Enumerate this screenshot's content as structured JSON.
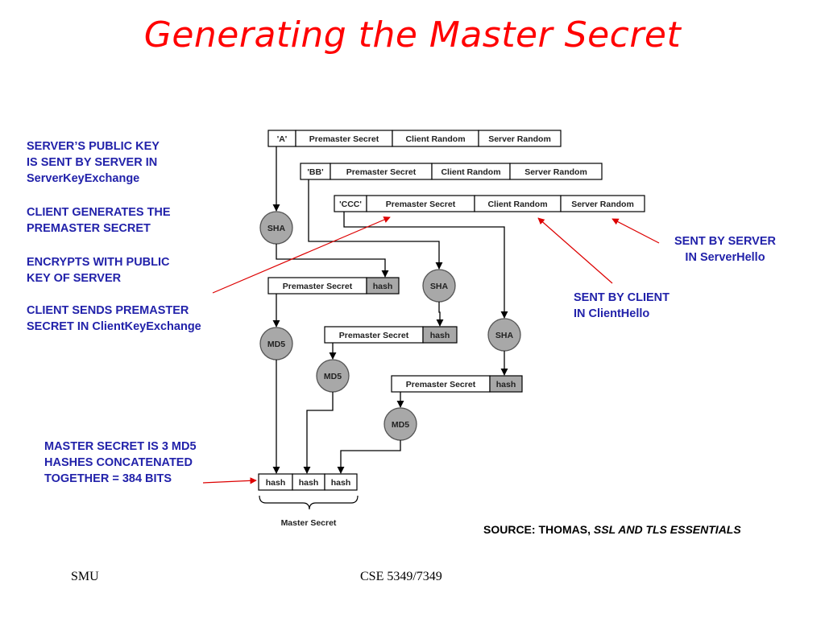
{
  "title": "Generating the Master Secret",
  "notes": {
    "server_key": [
      "SERVER’S PUBLIC KEY",
      "IS SENT BY SERVER IN",
      "ServerKeyExchange"
    ],
    "client_generates": [
      "CLIENT GENERATES THE",
      "PREMASTER SECRET"
    ],
    "encrypts": [
      "ENCRYPTS WITH PUBLIC",
      "KEY OF SERVER"
    ],
    "client_sends": [
      "CLIENT SENDS PREMASTER",
      "SECRET IN ClientKeyExchange"
    ],
    "master_secret": [
      "MASTER SECRET IS 3 MD5",
      "HASHES CONCATENATED",
      "TOGETHER = 384 BITS"
    ],
    "sent_by_server": [
      "SENT BY SERVER",
      "IN ServerHello"
    ],
    "sent_by_client": [
      "SENT BY CLIENT",
      "IN ClientHello"
    ]
  },
  "source": {
    "prefix": "SOURCE: THOMAS, ",
    "book": "SSL AND TLS ESSENTIALS"
  },
  "footer": {
    "left": "SMU",
    "right": "CSE 5349/7349"
  },
  "diagram": {
    "rows": [
      [
        "'A'",
        "Premaster Secret",
        "Client Random",
        "Server Random"
      ],
      [
        "'BB'",
        "Premaster Secret",
        "Client Random",
        "Server Random"
      ],
      [
        "'CCC'",
        "Premaster Secret",
        "Client Random",
        "Server Random"
      ]
    ],
    "sha_label": "SHA",
    "md5_label": "MD5",
    "premaster_label": "Premaster Secret",
    "hash_label": "hash",
    "master_hashes": [
      "hash",
      "hash",
      "hash"
    ],
    "master_secret_label": "Master Secret"
  },
  "colors": {
    "title": "#ff0000",
    "notes": "#2222aa",
    "arrows": "#dd0000",
    "node_fill": "#a8a8a8"
  }
}
